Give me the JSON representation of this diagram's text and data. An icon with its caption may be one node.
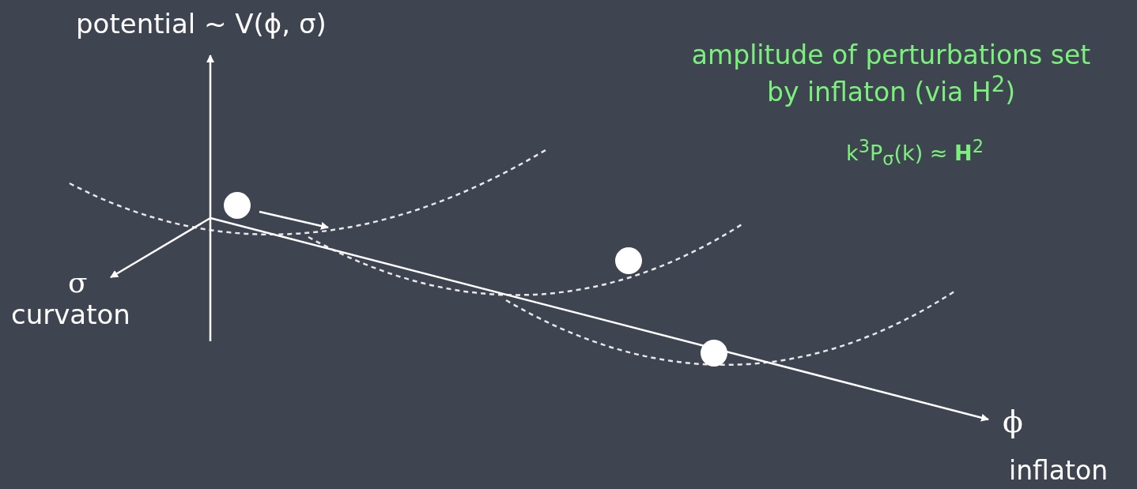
{
  "diagram": {
    "labels": [
      "potential ~ V(ϕ, σ)",
      "amplitude of perturbations set by inflaton (via H$^{2}$)",
      "k$^{3}$P$_{σ}$(k) ≈ **H**$^{2}$",
      "σ",
      "curvaton",
      "ϕ",
      "inflaton"
    ]
  }
}
